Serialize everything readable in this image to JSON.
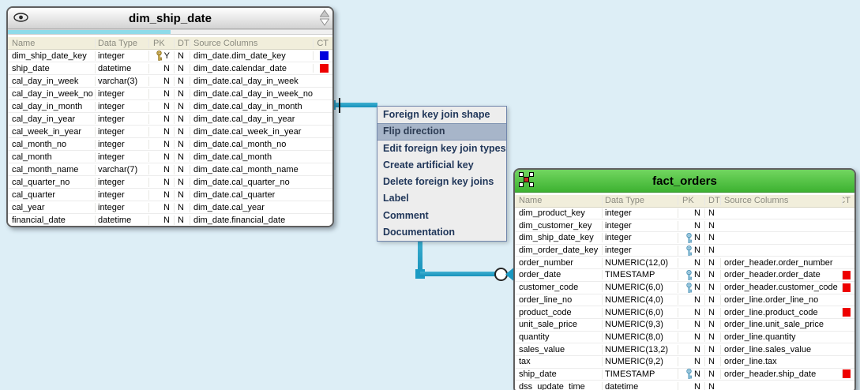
{
  "colors": {
    "connector": "#1a9bc4",
    "ct_red": "#ee0000",
    "ct_blue": "#0000dd",
    "key_gold_fill": "#e9c964",
    "key_gold_stroke": "#8a6d1c",
    "key_blue_fill": "#bfe3f2",
    "key_blue_stroke": "#4a90b5"
  },
  "tables": [
    {
      "name": "dim_ship_date",
      "kind": "dimension",
      "header_icon": "eye-icon",
      "columns": [
        "Name",
        "Data Type",
        "PK",
        "DT",
        "Source Columns",
        "CT"
      ],
      "rows": [
        {
          "name": "dim_ship_date_key",
          "type": "integer",
          "key": "gold",
          "pk": "Y",
          "dt": "N",
          "source": "dim_date.dim_date_key",
          "ct": "blue"
        },
        {
          "name": "ship_date",
          "type": "datetime",
          "key": "",
          "pk": "N",
          "dt": "N",
          "source": "dim_date.calendar_date",
          "ct": "red"
        },
        {
          "name": "cal_day_in_week",
          "type": "varchar(3)",
          "key": "",
          "pk": "N",
          "dt": "N",
          "source": "dim_date.cal_day_in_week",
          "ct": ""
        },
        {
          "name": "cal_day_in_week_no",
          "type": "integer",
          "key": "",
          "pk": "N",
          "dt": "N",
          "source": "dim_date.cal_day_in_week_no",
          "ct": ""
        },
        {
          "name": "cal_day_in_month",
          "type": "integer",
          "key": "",
          "pk": "N",
          "dt": "N",
          "source": "dim_date.cal_day_in_month",
          "ct": ""
        },
        {
          "name": "cal_day_in_year",
          "type": "integer",
          "key": "",
          "pk": "N",
          "dt": "N",
          "source": "dim_date.cal_day_in_year",
          "ct": ""
        },
        {
          "name": "cal_week_in_year",
          "type": "integer",
          "key": "",
          "pk": "N",
          "dt": "N",
          "source": "dim_date.cal_week_in_year",
          "ct": ""
        },
        {
          "name": "cal_month_no",
          "type": "integer",
          "key": "",
          "pk": "N",
          "dt": "N",
          "source": "dim_date.cal_month_no",
          "ct": ""
        },
        {
          "name": "cal_month",
          "type": "integer",
          "key": "",
          "pk": "N",
          "dt": "N",
          "source": "dim_date.cal_month",
          "ct": ""
        },
        {
          "name": "cal_month_name",
          "type": "varchar(7)",
          "key": "",
          "pk": "N",
          "dt": "N",
          "source": "dim_date.cal_month_name",
          "ct": ""
        },
        {
          "name": "cal_quarter_no",
          "type": "integer",
          "key": "",
          "pk": "N",
          "dt": "N",
          "source": "dim_date.cal_quarter_no",
          "ct": ""
        },
        {
          "name": "cal_quarter",
          "type": "integer",
          "key": "",
          "pk": "N",
          "dt": "N",
          "source": "dim_date.cal_quarter",
          "ct": ""
        },
        {
          "name": "cal_year",
          "type": "integer",
          "key": "",
          "pk": "N",
          "dt": "N",
          "source": "dim_date.cal_year",
          "ct": ""
        },
        {
          "name": "financial_date",
          "type": "datetime",
          "key": "",
          "pk": "N",
          "dt": "N",
          "source": "dim_date.financial_date",
          "ct": ""
        }
      ]
    },
    {
      "name": "fact_orders",
      "kind": "fact",
      "header_icon": "star-schema-icon",
      "columns": [
        "Name",
        "Data Type",
        "PK",
        "DT",
        "Source Columns",
        "CT"
      ],
      "rows": [
        {
          "name": "dim_product_key",
          "type": "integer",
          "key": "",
          "pk": "N",
          "dt": "N",
          "source": "",
          "ct": ""
        },
        {
          "name": "dim_customer_key",
          "type": "integer",
          "key": "",
          "pk": "N",
          "dt": "N",
          "source": "",
          "ct": ""
        },
        {
          "name": "dim_ship_date_key",
          "type": "integer",
          "key": "blue",
          "pk": "N",
          "dt": "N",
          "source": "",
          "ct": ""
        },
        {
          "name": "dim_order_date_key",
          "type": "integer",
          "key": "blue",
          "pk": "N",
          "dt": "N",
          "source": "",
          "ct": ""
        },
        {
          "name": "order_number",
          "type": "NUMERIC(12,0)",
          "key": "",
          "pk": "N",
          "dt": "N",
          "source": "order_header.order_number",
          "ct": ""
        },
        {
          "name": "order_date",
          "type": "TIMESTAMP",
          "key": "blue",
          "pk": "N",
          "dt": "N",
          "source": "order_header.order_date",
          "ct": "red"
        },
        {
          "name": "customer_code",
          "type": "NUMERIC(6,0)",
          "key": "blue",
          "pk": "N",
          "dt": "N",
          "source": "order_header.customer_code",
          "ct": "red"
        },
        {
          "name": "order_line_no",
          "type": "NUMERIC(4,0)",
          "key": "",
          "pk": "N",
          "dt": "N",
          "source": "order_line.order_line_no",
          "ct": ""
        },
        {
          "name": "product_code",
          "type": "NUMERIC(6,0)",
          "key": "",
          "pk": "N",
          "dt": "N",
          "source": "order_line.product_code",
          "ct": "red"
        },
        {
          "name": "unit_sale_price",
          "type": "NUMERIC(9,3)",
          "key": "",
          "pk": "N",
          "dt": "N",
          "source": "order_line.unit_sale_price",
          "ct": ""
        },
        {
          "name": "quantity",
          "type": "NUMERIC(8,0)",
          "key": "",
          "pk": "N",
          "dt": "N",
          "source": "order_line.quantity",
          "ct": ""
        },
        {
          "name": "sales_value",
          "type": "NUMERIC(13,2)",
          "key": "",
          "pk": "N",
          "dt": "N",
          "source": "order_line.sales_value",
          "ct": ""
        },
        {
          "name": "tax",
          "type": "NUMERIC(9,2)",
          "key": "",
          "pk": "N",
          "dt": "N",
          "source": "order_line.tax",
          "ct": ""
        },
        {
          "name": "ship_date",
          "type": "TIMESTAMP",
          "key": "blue",
          "pk": "N",
          "dt": "N",
          "source": "order_header.ship_date",
          "ct": "red"
        },
        {
          "name": "dss_update_time",
          "type": "datetime",
          "key": "",
          "pk": "N",
          "dt": "N",
          "source": "",
          "ct": ""
        }
      ]
    }
  ],
  "context_menu": {
    "items": [
      "Foreign key join shape",
      "Flip direction",
      "Edit foreign key join types",
      "Create artificial key",
      "Delete foreign key joins",
      "Label",
      "Comment",
      "Documentation"
    ],
    "selected_index": 1,
    "selected": "Flip direction"
  }
}
